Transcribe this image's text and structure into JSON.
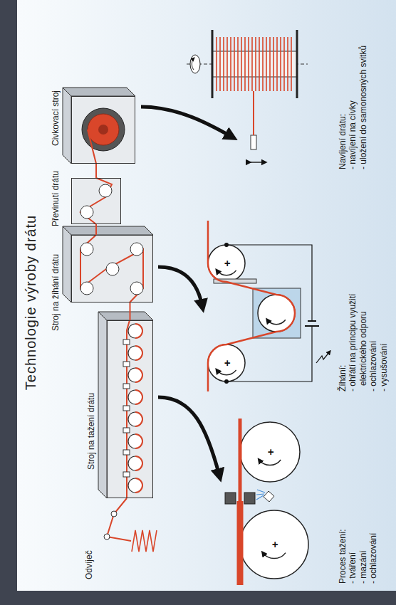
{
  "diagram": {
    "title": "Technologie výroby drátu",
    "nodes": [
      {
        "text": [
          "Stroj na tažení drátu"
        ]
      },
      {
        "text": [
          "Stroj na žíhání drátu"
        ]
      },
      {
        "text": [
          "Převinutí drátu"
        ]
      },
      {
        "text": [
          "Civkovací stroj"
        ]
      }
    ],
    "edges": [
      {
        "from": 0,
        "to": 1,
        "arrow": "none"
      },
      {
        "from": 1,
        "to": 2,
        "arrow": "none"
      },
      {
        "from": 2,
        "to": 3,
        "arrow": "none"
      }
    ],
    "labels": [
      "Odvíječ",
      "Proces tažení:",
      "- tváření",
      "- mazání",
      "- ochlazování",
      "Žíhání:",
      "- ohřátí na principu využití elektrického odporu",
      "- ochlazování",
      "- vysušování",
      "Navíjení drátu:",
      "- navíjení na cívky",
      "- uložení do samonosných svitků",
      "+",
      "+",
      "+",
      "+"
    ]
  }
}
